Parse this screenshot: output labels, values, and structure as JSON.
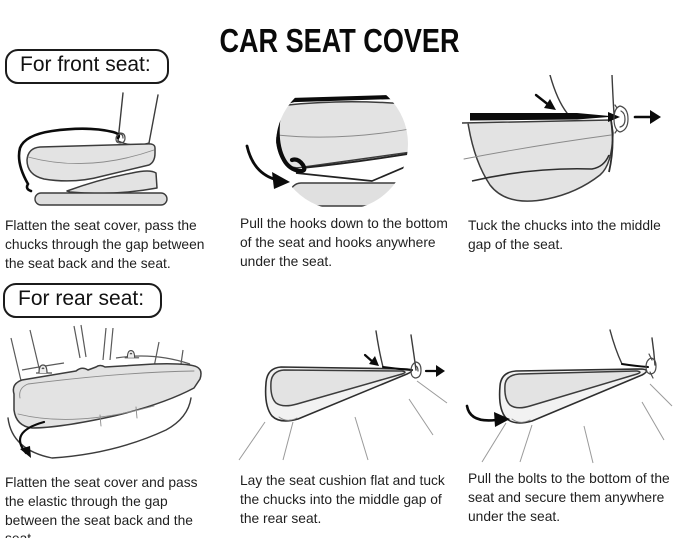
{
  "title": "CAR SEAT COVER",
  "colors": {
    "background": "#ffffff",
    "ink": "#1a1a1a",
    "outline": "#3c3c3c",
    "cushion_fill": "#e3e3e3",
    "strap_black": "#0b0b0b"
  },
  "sections": [
    {
      "id": "front-seat",
      "label": "For front seat:",
      "steps": [
        {
          "caption": "Flatten the seat cover, pass the chucks through the gap between the seat back and the seat."
        },
        {
          "caption": "Pull the hooks down to the bottom of the seat and hooks anywhere under the seat."
        },
        {
          "caption": "Tuck the chucks into the middle gap of the seat."
        }
      ]
    },
    {
      "id": "rear-seat",
      "label": "For rear seat:",
      "steps": [
        {
          "caption": "Flatten the seat cover and pass the elastic through the gap between the seat back and the seat."
        },
        {
          "caption": "Lay the seat cushion flat and tuck the chucks into the middle gap of the rear seat."
        },
        {
          "caption": "Pull the bolts to the bottom of the seat and secure them anywhere under the seat."
        }
      ]
    }
  ]
}
